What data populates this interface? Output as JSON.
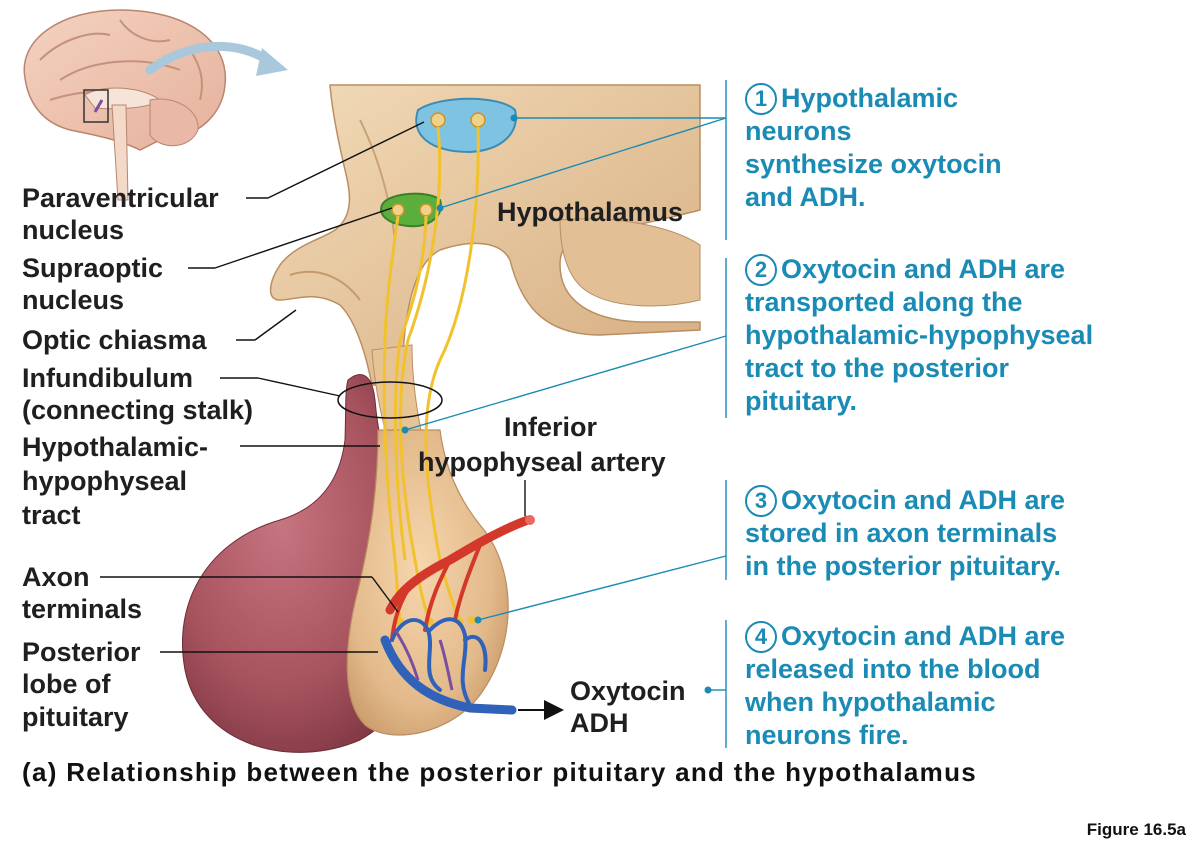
{
  "labels": {
    "paraventricular_1": "Paraventricular",
    "paraventricular_2": "nucleus",
    "supraoptic_1": "Supraoptic",
    "supraoptic_2": "nucleus",
    "optic_chiasma": "Optic chiasma",
    "infundibulum_1": "Infundibulum",
    "infundibulum_2": "(connecting stalk)",
    "tract_1": "Hypothalamic-",
    "tract_2": "hypophyseal",
    "tract_3": "tract",
    "axon_1": "Axon",
    "axon_2": "terminals",
    "posterior_1": "Posterior",
    "posterior_2": "lobe of",
    "posterior_3": "pituitary",
    "hypothalamus": "Hypothalamus",
    "artery_1": "Inferior",
    "artery_2": "hypophyseal artery",
    "oxytocin": "Oxytocin",
    "adh": "ADH"
  },
  "steps": [
    {
      "num": "1",
      "lines": [
        "Hypothalamic",
        "neurons",
        "synthesize oxytocin",
        "and ADH."
      ]
    },
    {
      "num": "2",
      "lines": [
        "Oxytocin and ADH are",
        "transported along the",
        "hypothalamic-hypophyseal",
        "tract to the posterior",
        "pituitary."
      ]
    },
    {
      "num": "3",
      "lines": [
        "Oxytocin and ADH are",
        "stored in axon terminals",
        "in the posterior pituitary."
      ]
    },
    {
      "num": "4",
      "lines": [
        "Oxytocin and ADH are",
        "released into the blood",
        "when hypothalamic",
        "neurons fire."
      ]
    }
  ],
  "caption": "(a) Relationship between the posterior pituitary and the hypothalamus",
  "figure_number": "Figure 16.5a",
  "colors": {
    "step_text": "#1a8bb4",
    "hypothalamus_tissue": "#e8caa0",
    "anterior_lobe": "#a8545f",
    "posterior_lobe": "#e2b98a",
    "neuron_axon": "#f2c12e",
    "artery": "#d3382b",
    "vein": "#2f62b8",
    "paraventricular_nucleus": "#7fc3e3",
    "supraoptic_nucleus": "#5cae3c"
  }
}
